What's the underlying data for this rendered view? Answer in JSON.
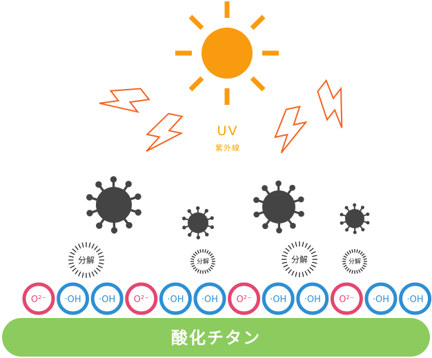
{
  "uv": {
    "label": "UV",
    "sublabel": "紫外線"
  },
  "decompose_label": "分解",
  "surface_label": "酸化チタン",
  "ions": [
    {
      "label": "O²⁻",
      "kind": "superoxide"
    },
    {
      "label": "·OH",
      "kind": "hydroxyl"
    },
    {
      "label": "·OH",
      "kind": "hydroxyl"
    },
    {
      "label": "O²⁻",
      "kind": "superoxide"
    },
    {
      "label": "·OH",
      "kind": "hydroxyl"
    },
    {
      "label": "·OH",
      "kind": "hydroxyl"
    },
    {
      "label": "O²⁻",
      "kind": "superoxide"
    },
    {
      "label": "·OH",
      "kind": "hydroxyl"
    },
    {
      "label": "·OH",
      "kind": "hydroxyl"
    },
    {
      "label": "O²⁻",
      "kind": "superoxide"
    },
    {
      "label": "·OH",
      "kind": "hydroxyl"
    },
    {
      "label": "·OH",
      "kind": "hydroxyl"
    }
  ],
  "colors": {
    "sun": "#F99B0F",
    "lightning": "#F26522",
    "uv_text": "#F7A500",
    "virus": "#444444",
    "superoxide": "#E4476F",
    "hydroxyl": "#2E8FD2",
    "surface": "#8CCB5E",
    "surface_text": "#FFFFFF",
    "burst": "#222222"
  }
}
